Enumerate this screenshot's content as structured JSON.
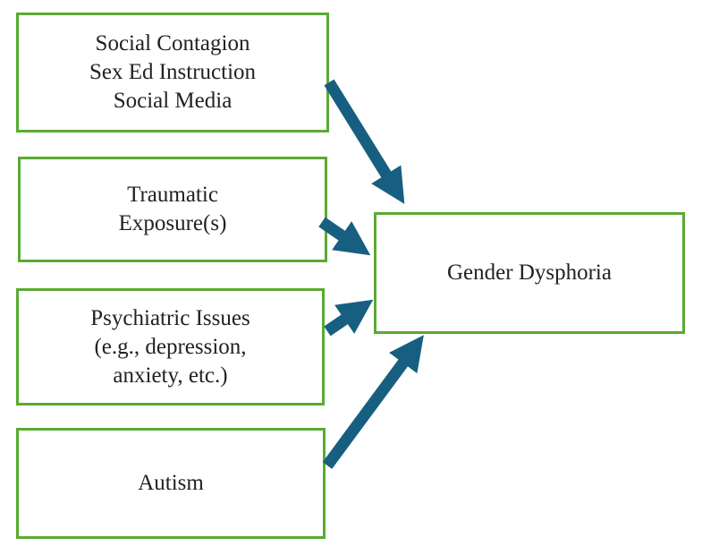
{
  "colors": {
    "border": "#5aaa32",
    "arrow": "#175f80"
  },
  "factors": [
    {
      "lines": [
        "Social Contagion",
        "Sex Ed Instruction",
        "Social Media"
      ]
    },
    {
      "lines": [
        "Traumatic",
        "Exposure(s)"
      ]
    },
    {
      "lines": [
        "Psychiatric Issues",
        "(e.g., depression,",
        "anxiety, etc.)"
      ]
    },
    {
      "lines": [
        "Autism"
      ]
    }
  ],
  "outcome": {
    "label": "Gender Dysphoria"
  }
}
